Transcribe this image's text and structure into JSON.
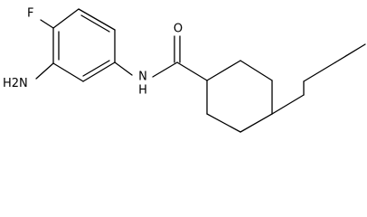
{
  "diagram": {
    "type": "chemical-structure",
    "atom_labels": {
      "fluorine": "F",
      "amine": "H2N",
      "amide_nitrogen": "N",
      "amide_hydrogen": "H",
      "carbonyl_oxygen": "O"
    },
    "colors": {
      "bond": "#000000",
      "text": "#000000",
      "background": "#ffffff"
    }
  }
}
